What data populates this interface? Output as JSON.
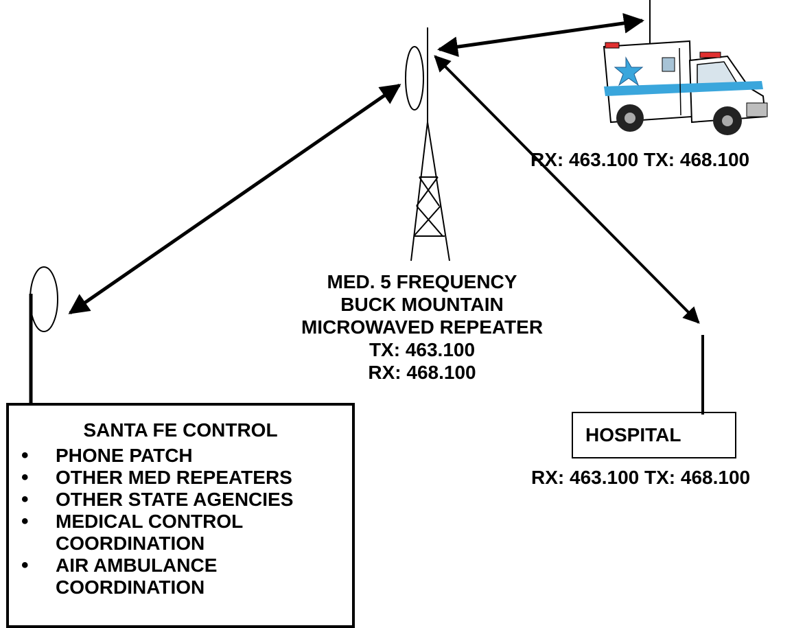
{
  "repeater": {
    "lines": [
      "MED. 5 FREQUENCY",
      "BUCK MOUNTAIN",
      "MICROWAVED REPEATER",
      "TX: 463.100",
      "RX: 468.100"
    ]
  },
  "ambulance": {
    "freq": "RX: 463.100 TX: 468.100"
  },
  "hospital": {
    "label": "HOSPITAL",
    "freq": "RX: 463.100 TX: 468.100"
  },
  "control": {
    "title": "SANTA FE CONTROL",
    "items": [
      "PHONE PATCH",
      "OTHER MED REPEATERS",
      "OTHER STATE AGENCIES",
      "MEDICAL CONTROL COORDINATION",
      "AIR AMBULANCE COORDINATION"
    ]
  },
  "icons": [
    "antenna-icon",
    "tower-icon",
    "ambulance-icon",
    "arrow-icon"
  ]
}
